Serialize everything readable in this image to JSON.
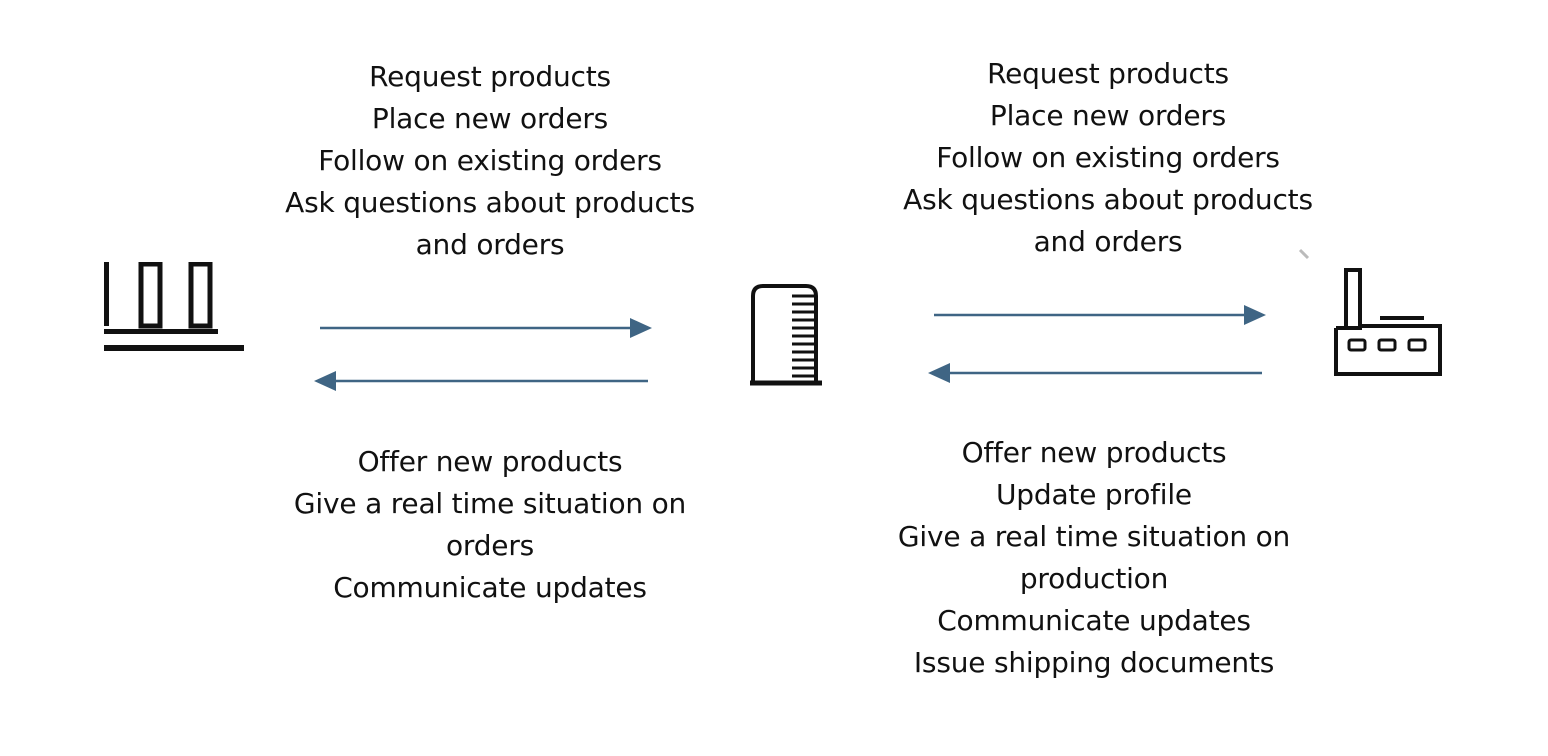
{
  "colors": {
    "arrow": "#3f6584",
    "icon": "#111111",
    "text": "#111111"
  },
  "nodes": {
    "left": {
      "icon": "store-icon"
    },
    "middle": {
      "icon": "office-tower-icon"
    },
    "right": {
      "icon": "factory-icon"
    }
  },
  "left_link": {
    "forward_messages": [
      "Request products",
      "Place new orders",
      "Follow on existing orders",
      "Ask questions about products",
      "and orders"
    ],
    "backward_messages": [
      "Offer new products",
      "Give a real time situation on",
      "orders",
      "Communicate updates"
    ]
  },
  "right_link": {
    "forward_messages": [
      "Request products",
      "Place new orders",
      "Follow on existing orders",
      "Ask questions about products",
      "and orders"
    ],
    "backward_messages": [
      "Offer new products",
      "Update profile",
      "Give a real time situation on",
      "production",
      "Communicate updates",
      "Issue shipping documents"
    ]
  }
}
